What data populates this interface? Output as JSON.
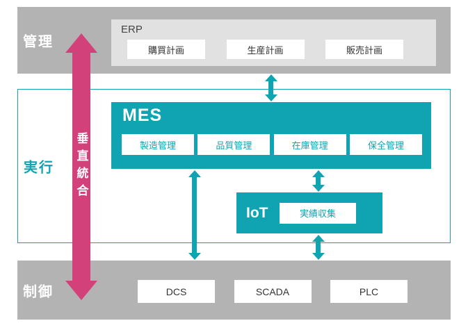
{
  "vertical_arrow": {
    "label": "垂直統合"
  },
  "management": {
    "label": "管理"
  },
  "erp": {
    "title": "ERP",
    "items": [
      "購買計画",
      "生産計画",
      "販売計画"
    ]
  },
  "execution": {
    "label": "実行"
  },
  "mes": {
    "title": "MES",
    "items": [
      "製造管理",
      "品質管理",
      "在庫管理",
      "保全管理"
    ]
  },
  "iot": {
    "title": "IoT",
    "items": [
      "実績収集"
    ]
  },
  "control": {
    "label": "制御",
    "items": [
      "DCS",
      "SCADA",
      "PLC"
    ]
  },
  "colors": {
    "teal": "#10a4b2",
    "pink": "#d2417a",
    "band_gray": "#b3b3b3",
    "erp_gray": "#e1e1e1"
  }
}
